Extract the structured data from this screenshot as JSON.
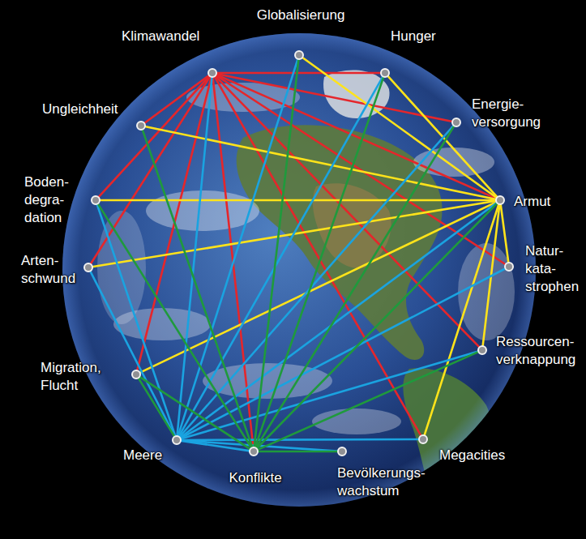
{
  "diagram": {
    "nodes": [
      {
        "text": [
          "Globalisierung"
        ]
      },
      {
        "text": [
          "Klimawandel"
        ]
      },
      {
        "text": [
          "Hunger"
        ]
      },
      {
        "text": [
          "Ungleichheit"
        ]
      },
      {
        "text": [
          "Energie- versorgung"
        ]
      },
      {
        "text": [
          "Boden- degra- dation"
        ]
      },
      {
        "text": [
          "Armut"
        ]
      },
      {
        "text": [
          "Arten- schwund"
        ]
      },
      {
        "text": [
          "Natur- kata- strophen"
        ]
      },
      {
        "text": [
          "Migration, Flucht"
        ]
      },
      {
        "text": [
          "Ressourcen- verknappung"
        ]
      },
      {
        "text": [
          "Meere"
        ]
      },
      {
        "text": [
          "Megacities"
        ]
      },
      {
        "text": [
          "Konflikte"
        ]
      },
      {
        "text": [
          "Bevölkerungs- wachstum"
        ]
      }
    ],
    "edges": [
      {
        "from": 1,
        "to": 2,
        "arrow": "none"
      },
      {
        "from": 1,
        "to": 4,
        "arrow": "none"
      },
      {
        "from": 1,
        "to": 6,
        "arrow": "none"
      },
      {
        "from": 1,
        "to": 8,
        "arrow": "none"
      },
      {
        "from": 1,
        "to": 10,
        "arrow": "none"
      },
      {
        "from": 1,
        "to": 12,
        "arrow": "none"
      },
      {
        "from": 1,
        "to": 13,
        "arrow": "none"
      },
      {
        "from": 1,
        "to": 9,
        "arrow": "none"
      },
      {
        "from": 1,
        "to": 7,
        "arrow": "none"
      },
      {
        "from": 1,
        "to": 5,
        "arrow": "none"
      },
      {
        "from": 1,
        "to": 3,
        "arrow": "none"
      },
      {
        "from": 6,
        "to": 0,
        "arrow": "none"
      },
      {
        "from": 6,
        "to": 2,
        "arrow": "none"
      },
      {
        "from": 6,
        "to": 3,
        "arrow": "none"
      },
      {
        "from": 6,
        "to": 5,
        "arrow": "none"
      },
      {
        "from": 6,
        "to": 7,
        "arrow": "none"
      },
      {
        "from": 6,
        "to": 9,
        "arrow": "none"
      },
      {
        "from": 6,
        "to": 8,
        "arrow": "none"
      },
      {
        "from": 6,
        "to": 10,
        "arrow": "none"
      },
      {
        "from": 6,
        "to": 12,
        "arrow": "none"
      },
      {
        "from": 11,
        "to": 0,
        "arrow": "none"
      },
      {
        "from": 11,
        "to": 2,
        "arrow": "none"
      },
      {
        "from": 11,
        "to": 4,
        "arrow": "none"
      },
      {
        "from": 11,
        "to": 1,
        "arrow": "none"
      },
      {
        "from": 11,
        "to": 5,
        "arrow": "none"
      },
      {
        "from": 11,
        "to": 7,
        "arrow": "none"
      },
      {
        "from": 11,
        "to": 6,
        "arrow": "none"
      },
      {
        "from": 11,
        "to": 8,
        "arrow": "none"
      },
      {
        "from": 11,
        "to": 10,
        "arrow": "none"
      },
      {
        "from": 11,
        "to": 12,
        "arrow": "none"
      },
      {
        "from": 11,
        "to": 13,
        "arrow": "none"
      },
      {
        "from": 11,
        "to": 14,
        "arrow": "none"
      },
      {
        "from": 13,
        "to": 0,
        "arrow": "none"
      },
      {
        "from": 13,
        "to": 2,
        "arrow": "none"
      },
      {
        "from": 13,
        "to": 4,
        "arrow": "none"
      },
      {
        "from": 13,
        "to": 3,
        "arrow": "none"
      },
      {
        "from": 13,
        "to": 5,
        "arrow": "none"
      },
      {
        "from": 13,
        "to": 9,
        "arrow": "none"
      },
      {
        "from": 13,
        "to": 6,
        "arrow": "none"
      },
      {
        "from": 13,
        "to": 10,
        "arrow": "none"
      },
      {
        "from": 13,
        "to": 14,
        "arrow": "none"
      },
      {
        "from": 9,
        "to": 11,
        "arrow": "none"
      }
    ]
  }
}
